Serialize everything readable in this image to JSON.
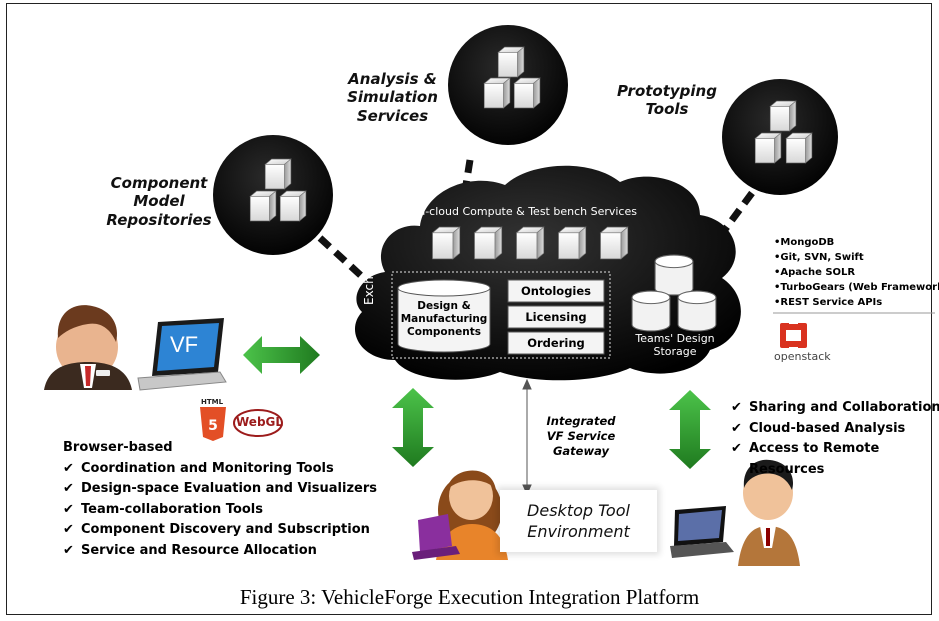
{
  "labels": {
    "analysis": [
      "Analysis &",
      "Simulation",
      "Services"
    ],
    "prototyping": [
      "Prototyping",
      "Tools"
    ],
    "component": [
      "Component",
      "Model",
      "Repositories"
    ]
  },
  "cloud": {
    "compute_label": "In-cloud Compute & Test bench Services",
    "exchange_label": "Exchange",
    "design_label": [
      "Design &",
      "Manufacturing",
      "Components"
    ],
    "boxes": [
      "Ontologies",
      "Licensing",
      "Ordering"
    ],
    "storage_label": [
      "Teams' Design",
      "Storage"
    ]
  },
  "tech_list": [
    "•MongoDB",
    "•Git, SVN, Swift",
    "•Apache SOLR",
    "•TurboGears (Web Framework)",
    "•REST Service APIs"
  ],
  "openstack_label": "openstack",
  "laptop_label": "VF",
  "badges": {
    "html5": "HTML",
    "webgl": "WebGL"
  },
  "browser": {
    "title": "Browser-based",
    "items": [
      "Coordination and Monitoring Tools",
      "Design-space Evaluation and Visualizers",
      "Team-collaboration Tools",
      "Component Discovery and Subscription",
      "Service and Resource Allocation"
    ]
  },
  "gateway": [
    "Integrated",
    "VF Service",
    "Gateway"
  ],
  "desktop_tool": [
    "Desktop Tool",
    "Environment"
  ],
  "right_checks": [
    "Sharing and Collaboration",
    "Cloud-based Analysis",
    "Access to Remote",
    "Resources"
  ],
  "checkmark": "✔",
  "caption": "Figure 3: VehicleForge Execution Integration Platform",
  "colors": {
    "cloud": "#0c0c0c",
    "arrow_green": "#2e8b2e",
    "openstack_red": "#d9321f"
  }
}
